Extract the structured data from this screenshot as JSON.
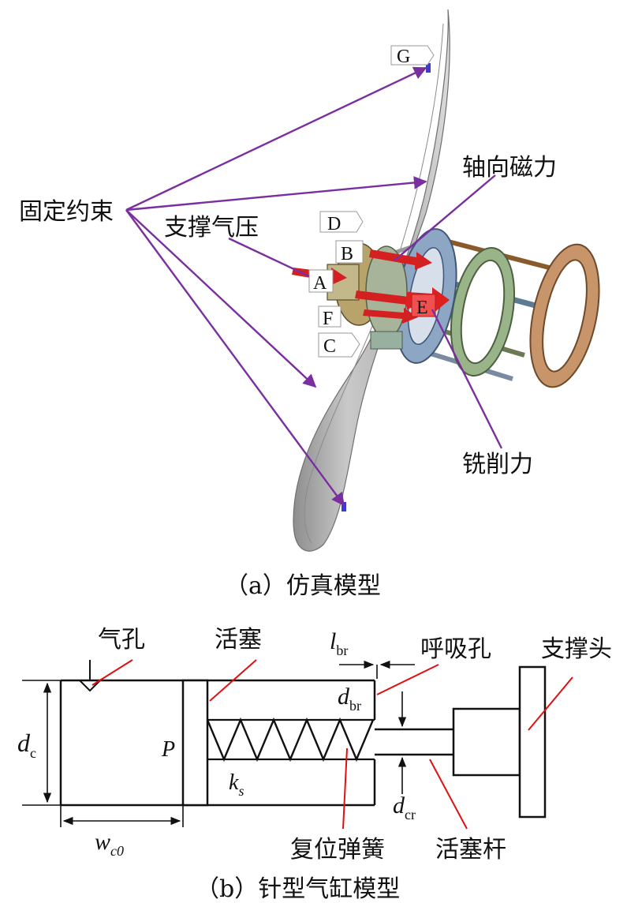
{
  "panel_a": {
    "caption": "（a）仿真模型",
    "labels": {
      "fixed_constraint": "固定约束",
      "support_pressure": "支撑气压",
      "axial_magnetic_force": "轴向磁力",
      "milling_force": "铣削力"
    },
    "points": {
      "a": "A",
      "b": "B",
      "c": "C",
      "d": "D",
      "e": "E",
      "f": "F",
      "g": "G"
    }
  },
  "panel_b": {
    "caption": "（b）针型气缸模型",
    "labels": {
      "air_hole": "气孔",
      "piston": "活塞",
      "breathing_hole": "呼吸孔",
      "support_head": "支撑头",
      "return_spring": "复位弹簧",
      "piston_rod": "活塞杆"
    },
    "symbols": {
      "p": "P",
      "dc_main": "d",
      "dc_sub": "c",
      "lbr_main": "l",
      "lbr_sub": "br",
      "dbr_main": "d",
      "dbr_sub": "br",
      "ks_main": "k",
      "ks_sub": "s",
      "dcr_main": "d",
      "dcr_sub": "cr",
      "wc0_main": "w",
      "wc0_sub": "c0"
    }
  },
  "colors": {
    "leader": "#7a2fa0",
    "arrow": "#d42020",
    "blade": "#b5b5b5",
    "spring": "#111111"
  }
}
